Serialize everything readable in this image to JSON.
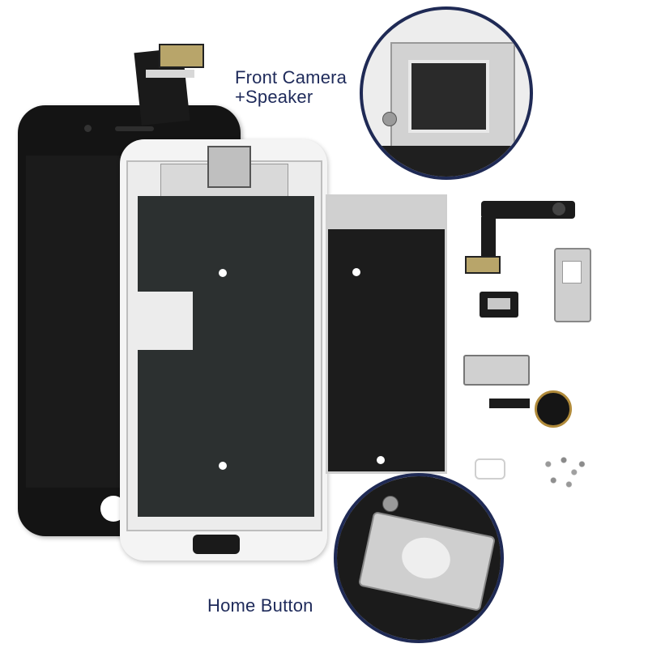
{
  "callouts": {
    "front_camera": {
      "line1": "Front Camera",
      "line2": "+Speaker"
    },
    "home_button": {
      "label": "Home Button"
    }
  },
  "colors": {
    "callout_border": "#1f2a55",
    "label_text": "#1e2a5a",
    "lcd_black": "#141414",
    "frame_white": "#f4f4f4",
    "shield_metal": "#cfcfcf",
    "shield_dark": "#2c3030"
  }
}
